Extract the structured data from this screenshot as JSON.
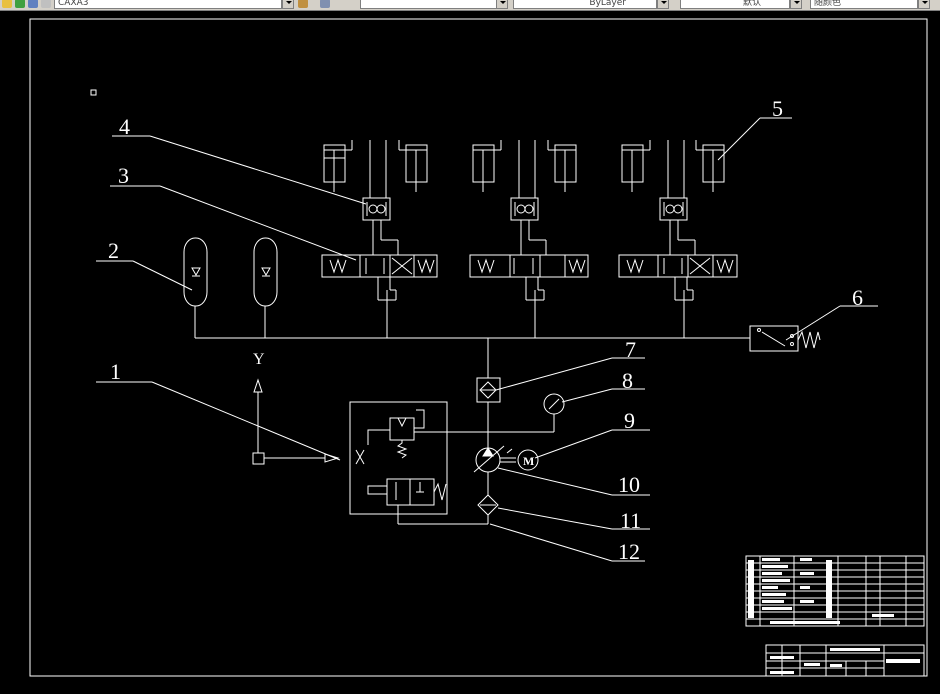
{
  "toolbar": {
    "layer_name": "CAXA3",
    "color_field": "",
    "linetype_value": "ByLayer",
    "lineweight_value": "默认",
    "plotstyle_value": "随颜色"
  },
  "diagram": {
    "callouts": {
      "c1": "1",
      "c2": "2",
      "c3": "3",
      "c4": "4",
      "c5": "5",
      "c6": "6",
      "c7": "7",
      "c8": "8",
      "c9": "9",
      "c10": "10",
      "c11": "11",
      "c12": "12"
    },
    "axis_y_label": "Y",
    "motor_label": "M"
  },
  "colors": {
    "background": "#000000",
    "lines": "#ffffff",
    "toolbar": "#d4d0c8"
  }
}
